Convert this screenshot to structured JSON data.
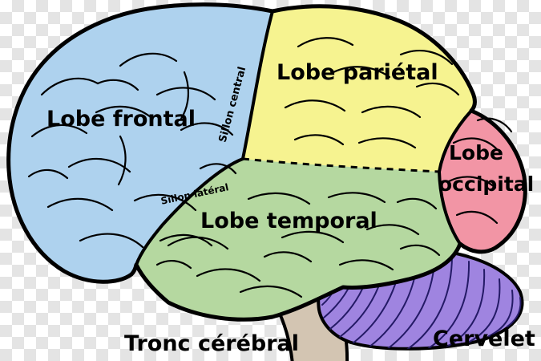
{
  "diagram": {
    "labels": {
      "frontal": "Lobe frontal",
      "parietal": "Lobe pariétal",
      "occipital_line1": "Lobe",
      "occipital_line2": "occipital",
      "temporal": "Lobe temporal",
      "central_sulcus": "Sillon central",
      "lateral_sulcus": "Sillon latéral",
      "brainstem": "Tronc cérébral",
      "cerebellum": "Cervelet"
    },
    "colors": {
      "frontal_lobe": "#aed2ee",
      "parietal_lobe": "#f6f390",
      "occipital_lobe": "#f295a5",
      "temporal_lobe": "#b5d8a0",
      "cerebellum": "#9f84e0",
      "cerebellum_lines": "#241a66",
      "brainstem": "#d3c5b2",
      "outline": "#000000"
    }
  }
}
